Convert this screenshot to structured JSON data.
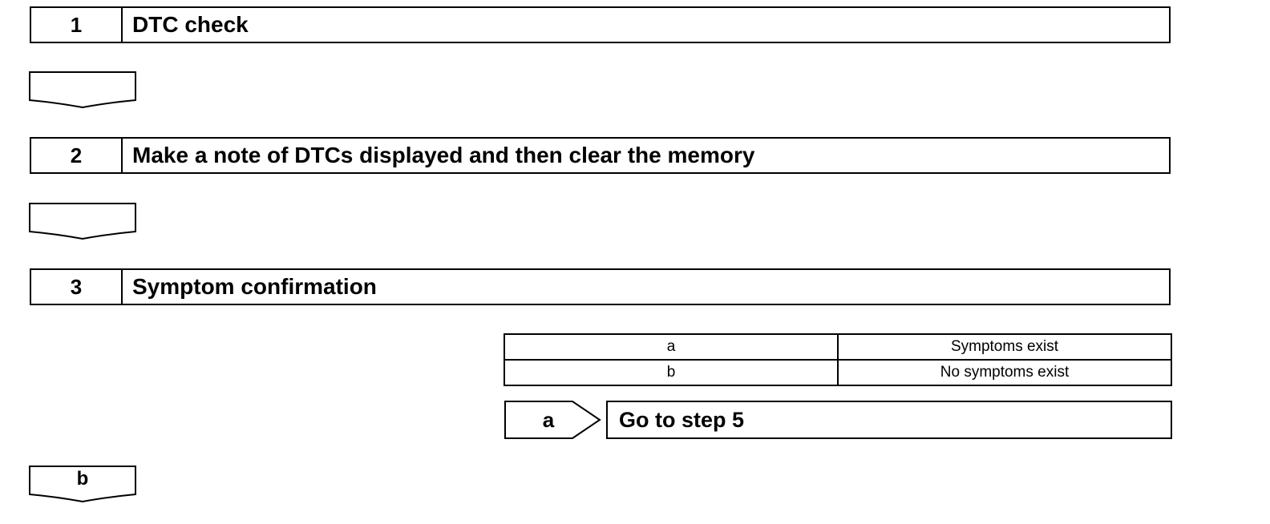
{
  "steps": [
    {
      "number": "1",
      "title": "DTC check"
    },
    {
      "number": "2",
      "title": "Make a note of DTCs displayed and then clear the memory"
    },
    {
      "number": "3",
      "title": "Symptom confirmation"
    }
  ],
  "result_table": {
    "rows": [
      {
        "code": "a",
        "description": "Symptoms exist"
      },
      {
        "code": "b",
        "description": "No symptoms exist"
      }
    ]
  },
  "branch_a": {
    "label": "a",
    "action": "Go to step 5"
  },
  "branch_b": {
    "label": "b"
  }
}
